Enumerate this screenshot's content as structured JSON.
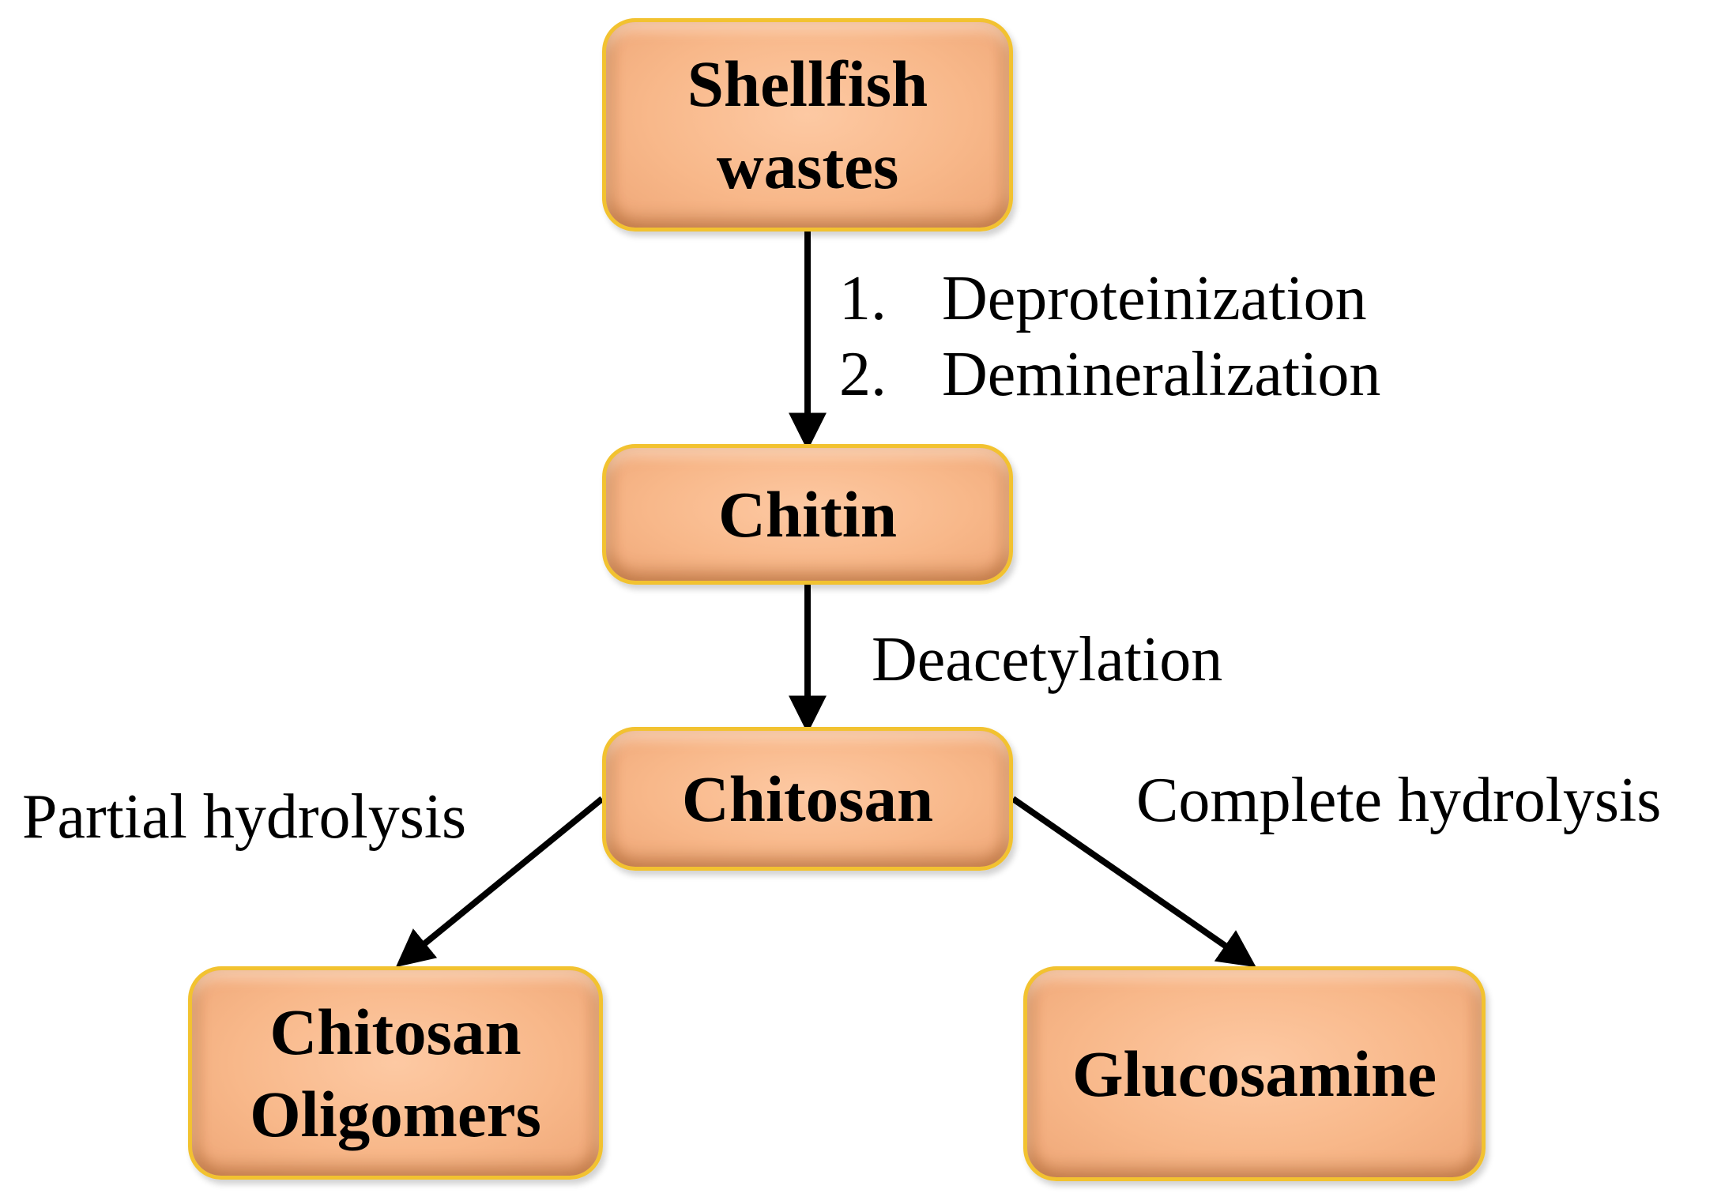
{
  "nodes": {
    "shellfish": "Shellfish\nwastes",
    "chitin": "Chitin",
    "chitosan": "Chitosan",
    "oligomers": "Chitosan\nOligomers",
    "glucosamine": "Glucosamine"
  },
  "edges": {
    "shellfish_to_chitin": {
      "steps": [
        {
          "num": "1.",
          "text": "Deproteinization"
        },
        {
          "num": "2.",
          "text": "Demineralization"
        }
      ]
    },
    "chitin_to_chitosan": "Deacetylation",
    "chitosan_to_oligomers": "Partial hydrolysis",
    "chitosan_to_glucosamine": "Complete hydrolysis"
  },
  "colors": {
    "node_fill": "#f8b88a",
    "node_border": "#f2c230",
    "arrow": "#000000"
  }
}
